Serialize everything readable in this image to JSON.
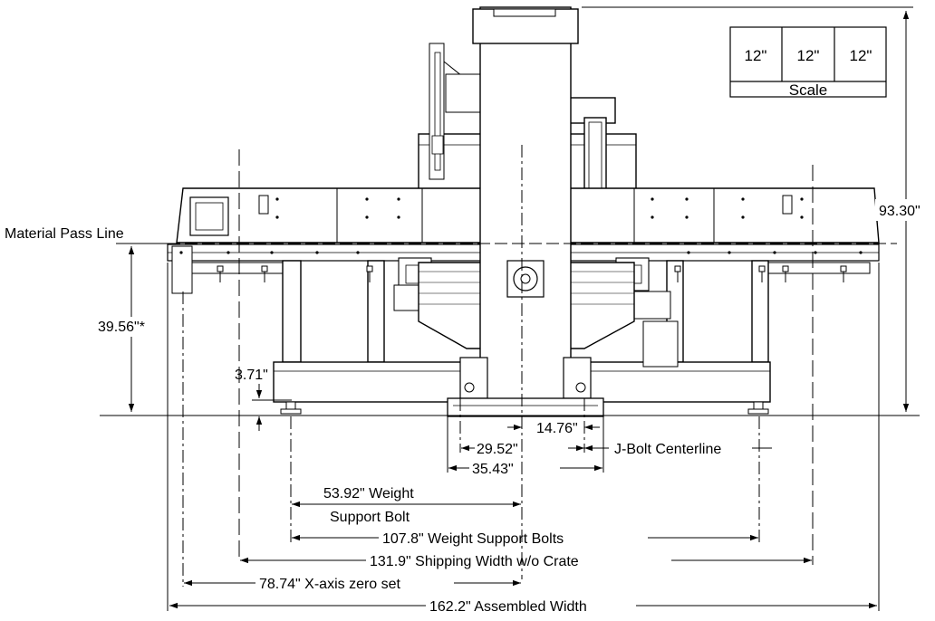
{
  "scale": {
    "cells": [
      "12\"",
      "12\"",
      "12\""
    ],
    "label": "Scale"
  },
  "labels": {
    "material_pass_line": "Material Pass Line",
    "overall_height": "93.30\"",
    "pass_line_height": "39.56\"*",
    "foot_height": "3.71\"",
    "half_jbolt": "14.76\"",
    "jbolt_spacing": "29.52\"",
    "jbolt_centerline": "J-Bolt Centerline",
    "base_width": "35.43\"",
    "weight_support_bolt_line1": "53.92\" Weight",
    "weight_support_bolt_line2": "Support Bolt",
    "weight_support_bolts": "107.8\" Weight Support Bolts",
    "shipping_width": "131.9\" Shipping Width w/o Crate",
    "x_axis_zero": "78.74\" X-axis zero set",
    "assembled_width": "162.2\" Assembled Width"
  }
}
